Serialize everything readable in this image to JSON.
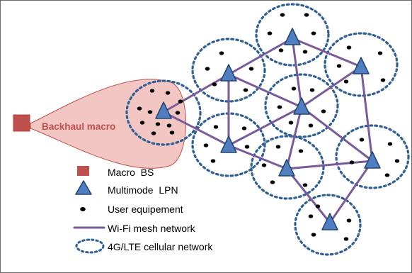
{
  "diagram": {
    "backhaul_label": "Backhaul macro",
    "colors": {
      "mesh_link": "#7a5b9a",
      "cell_border": "#2f5f94",
      "lpn_fill": "#4f7fc1",
      "lpn_stroke": "#23456f",
      "macro_fill": "#c0504d",
      "backhaul_beam": "#f2c6c2",
      "backhaul_beam_stroke": "#c0504d",
      "user_dot": "#000000"
    },
    "icons": {
      "macro_bs": "red-square-icon",
      "lpn": "blue-triangle-icon",
      "user": "black-dot-icon",
      "mesh": "purple-line-icon",
      "cell": "dotted-circle-icon"
    }
  },
  "legend": {
    "items": [
      {
        "key": "macro_bs",
        "label": "Macro  BS"
      },
      {
        "key": "lpn",
        "label": "Multimode  LPN"
      },
      {
        "key": "user",
        "label": "User equipement"
      },
      {
        "key": "mesh",
        "label": "Wi-Fi mesh network"
      },
      {
        "key": "cell",
        "label": "4G/LTE cellular network"
      }
    ]
  }
}
